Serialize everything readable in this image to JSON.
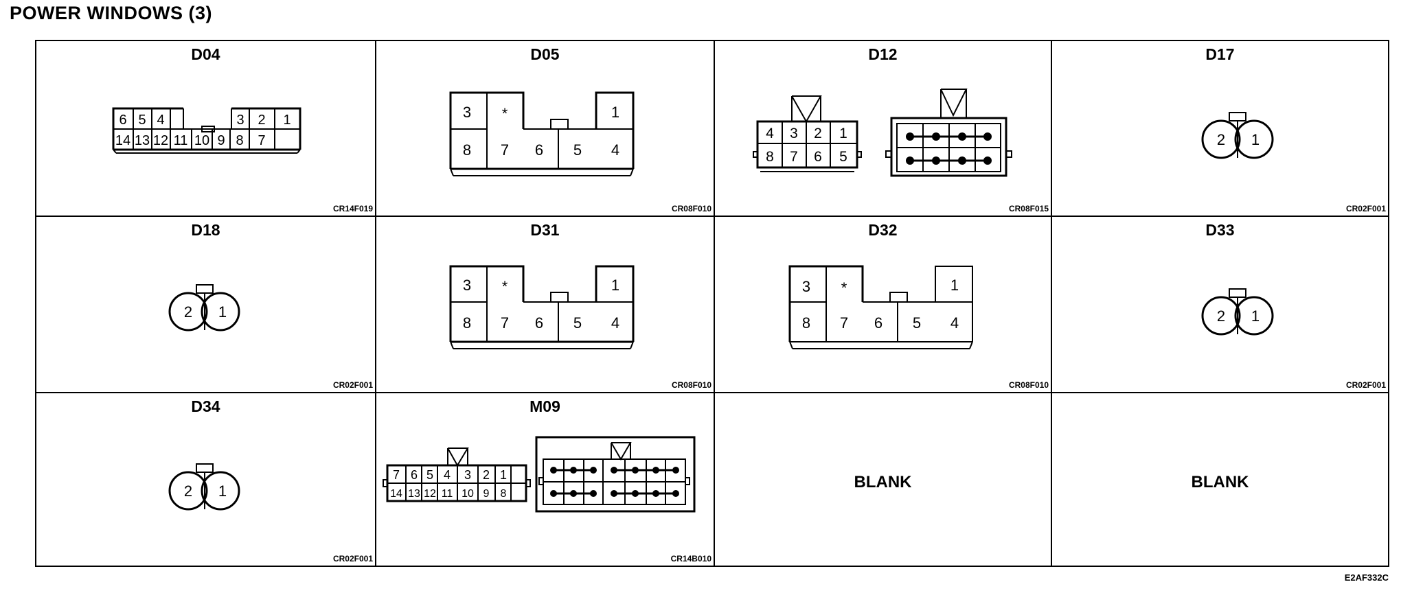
{
  "title": "POWER WINDOWS (3)",
  "footer_code": "E2AF332C",
  "star": "*",
  "d04": {
    "name": "D04",
    "code": "CR14F019",
    "top": [
      "6",
      "5",
      "4",
      "3",
      "2",
      "1"
    ],
    "bottom": [
      "14",
      "13",
      "12",
      "11",
      "10",
      "9",
      "8",
      "7"
    ]
  },
  "d05": {
    "name": "D05",
    "code": "CR08F010"
  },
  "d31": {
    "name": "D31",
    "code": "CR08F010"
  },
  "d32": {
    "name": "D32",
    "code": "CR08F010"
  },
  "p8": {
    "top": [
      "3",
      "1"
    ],
    "bottom": [
      "8",
      "7",
      "6",
      "5",
      "4"
    ]
  },
  "d12": {
    "name": "D12",
    "code": "CR08F015",
    "top": [
      "4",
      "3",
      "2",
      "1"
    ],
    "bottom": [
      "8",
      "7",
      "6",
      "5"
    ]
  },
  "d17": {
    "name": "D17",
    "code": "CR02F001"
  },
  "d18": {
    "name": "D18",
    "code": "CR02F001"
  },
  "d33": {
    "name": "D33",
    "code": "CR02F001"
  },
  "d34": {
    "name": "D34",
    "code": "CR02F001"
  },
  "p2": [
    "2",
    "1"
  ],
  "m09": {
    "name": "M09",
    "code": "CR14B010",
    "top": [
      "7",
      "6",
      "5",
      "4",
      "3",
      "2",
      "1"
    ],
    "bottom": [
      "14",
      "13",
      "12",
      "11",
      "10",
      "9",
      "8"
    ]
  },
  "blank_label": "BLANK"
}
